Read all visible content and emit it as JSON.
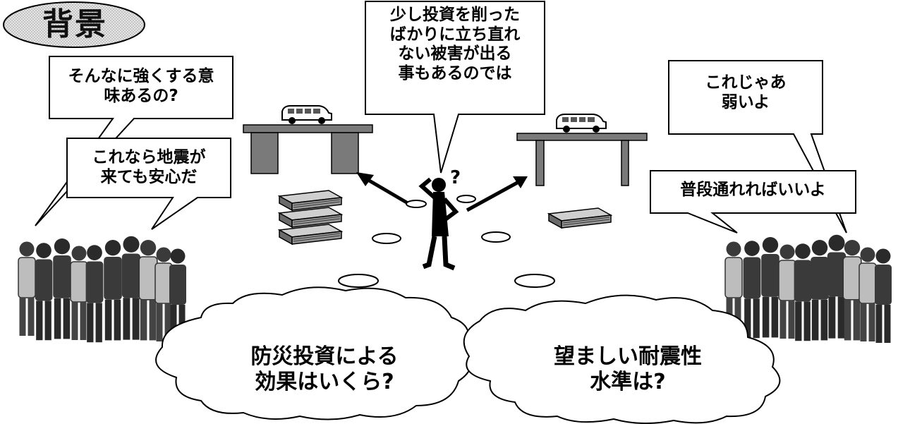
{
  "title": "背景",
  "bubbles": {
    "meaning": "そんなに強くする意\n味あるの?",
    "safe": "これなら地震が\n来ても安心だ",
    "investment": "少し投資を削った\nばかりに立ち直れ\nない被害が出る\n事もあるのでは",
    "weak": "これじゃあ\n弱いよ",
    "passable": "普段通れればいいよ"
  },
  "clouds": {
    "effect": "防災投資による\n効果はいくら?",
    "level": "望ましい耐震性\n水準は?"
  },
  "person_question": "?",
  "colors": {
    "ink": "#000000",
    "bridge": "#7a7a7a",
    "title_fill": "#dcdcdc"
  },
  "icons": [
    "bridge-icon",
    "car-icon",
    "money-stack-icon",
    "thinking-person-icon",
    "crowd-icon",
    "arrow-icon"
  ]
}
